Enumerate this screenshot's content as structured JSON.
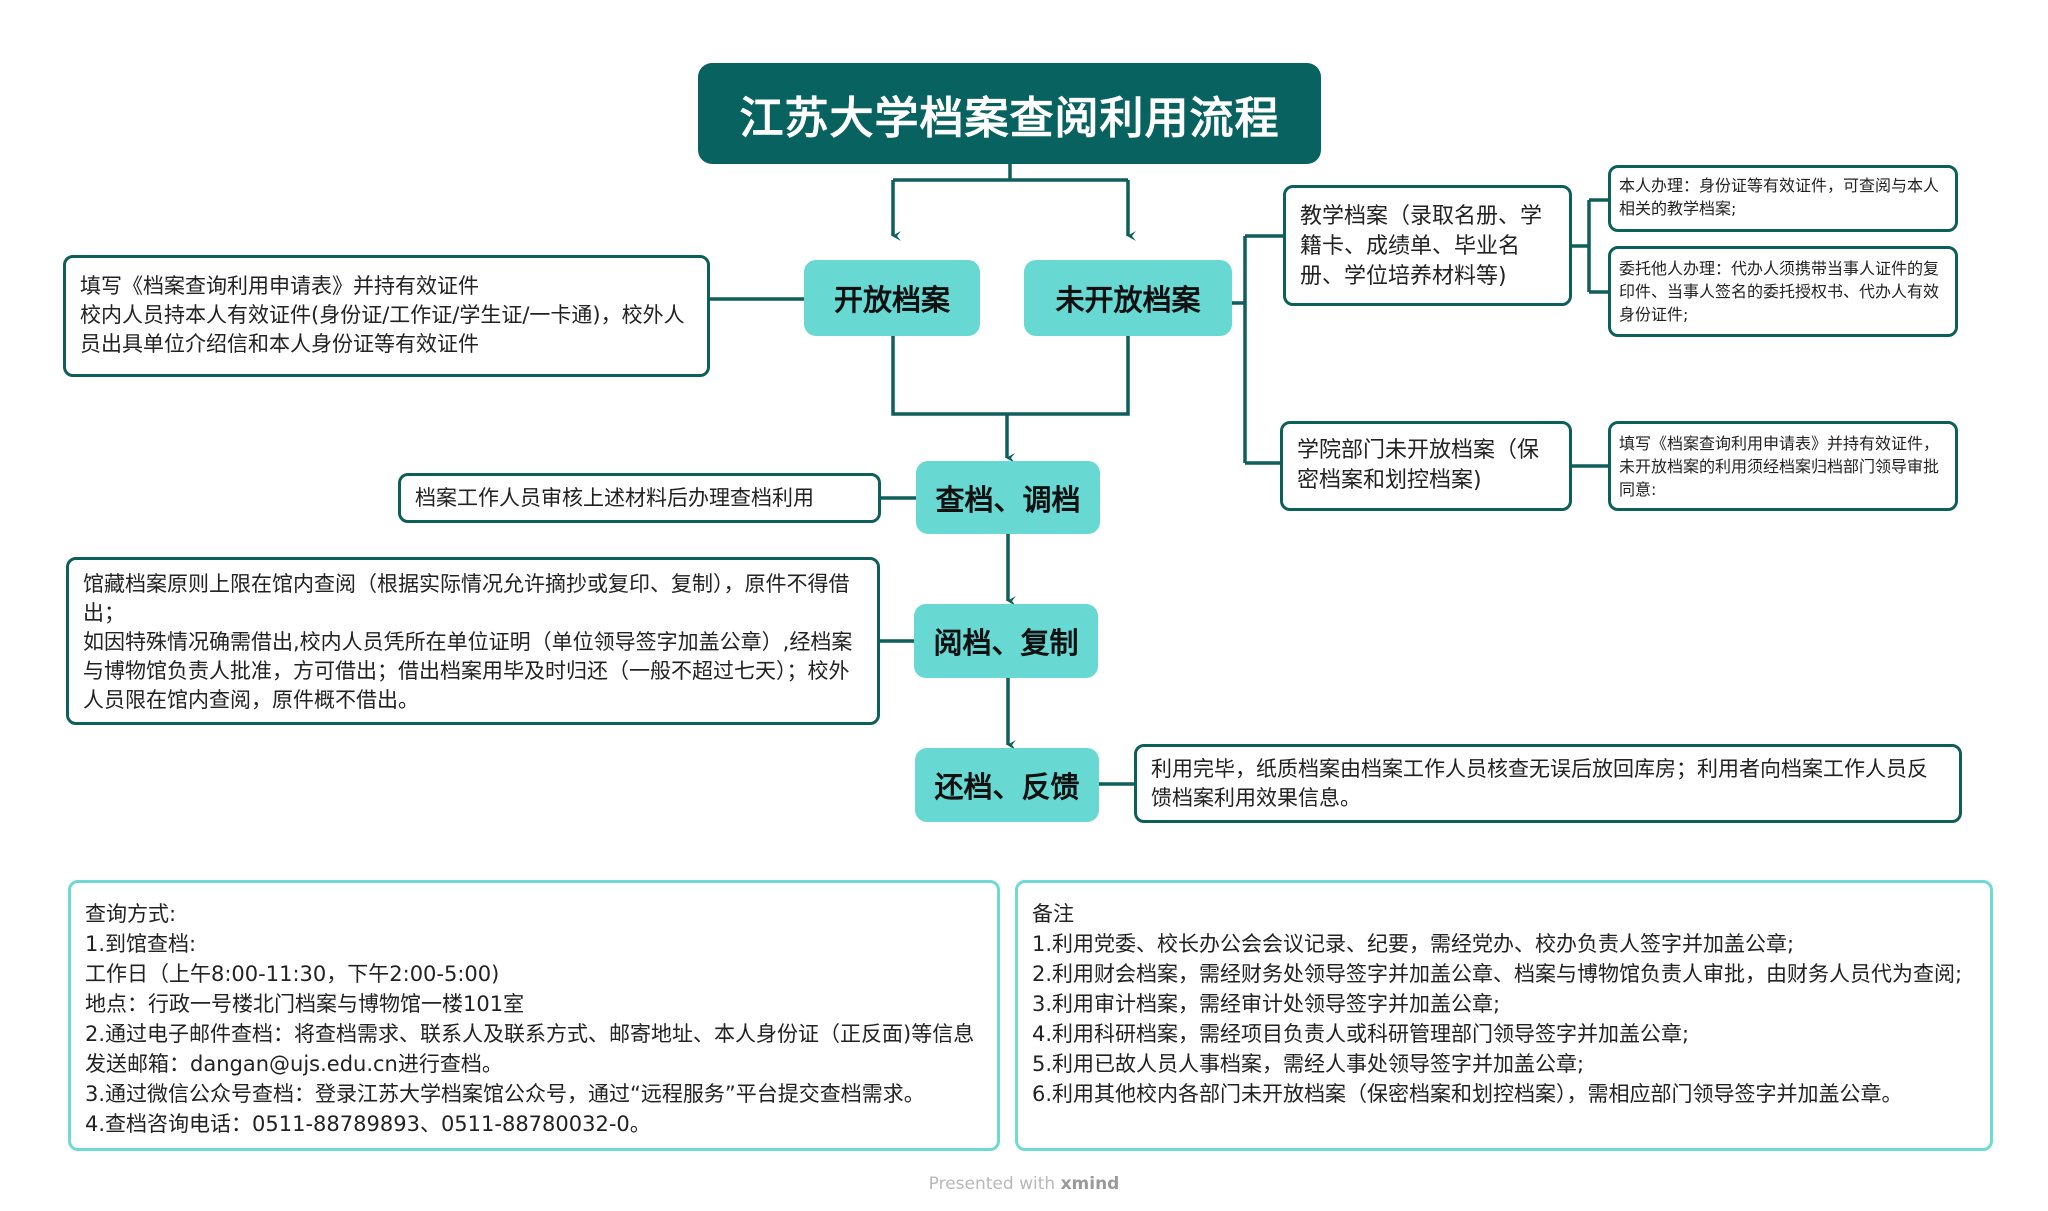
{
  "title": "江苏大学档案查阅利用流程",
  "nodes": {
    "open": "开放档案",
    "unopen": "未开放档案",
    "consult": "查档、调档",
    "read": "阅档、复制",
    "return": "还档、反馈"
  },
  "boxes": {
    "open_requirements": "填写《档案查询利用申请表》并持有效证件\n校内人员持本人有效证件(身份证/工作证/学生证/一卡通)，校外人员出具单位介绍信和本人身份证等有效证件",
    "consult_note": "档案工作人员审核上述材料后办理查档利用",
    "read_note": "馆藏档案原则上限在馆内查阅（根据实际情况允许摘抄或复印、复制），原件不得借出；\n如因特殊情况确需借出,校内人员凭所在单位证明（单位领导签字加盖公章）,经档案与博物馆负责人批准，方可借出；借出档案用毕及时归还（一般不超过七天）；校外人员限在馆内查阅，原件概不借出。",
    "return_note": "利用完毕，纸质档案由档案工作人员核查无误后放回库房；利用者向档案工作人员反馈档案利用效果信息。",
    "teaching": "教学档案（录取名册、学籍卡、成绩单、毕业名册、学位培养材料等)",
    "teaching_self": "本人办理：身份证等有效证件，可查阅与本人相关的教学档案;",
    "teaching_proxy": "委托他人办理：代办人须携带当事人证件的复印件、当事人签名的委托授权书、代办人有效身份证件;",
    "dept": "学院部门未开放档案（保密档案和划控档案)",
    "dept_req": "填写《档案查询利用申请表》并持有效证件，未开放档案的利用须经档案归档部门领导审批同意:"
  },
  "query": {
    "heading": "查询方式:",
    "lines": [
      "1.到馆查档:",
      "工作日（上午8:00-11:30，下午2:00-5:00)",
      "地点：行政一号楼北门档案与博物馆一楼101室",
      "2.通过电子邮件查档：将查档需求、联系人及联系方式、邮寄地址、本人身份证（正反面)等信息发送邮箱：dangan@ujs.edu.cn进行查档。",
      "3.通过微信公众号查档：登录江苏大学档案馆公众号，通过“远程服务”平台提交查档需求。",
      "4.查档咨询电话：0511-88789893、0511-88780032-0。"
    ]
  },
  "remarks": {
    "heading": "备注",
    "lines": [
      "1.利用党委、校长办公会会议记录、纪要，需经党办、校办负责人签字并加盖公章;",
      "2.利用财会档案，需经财务处领导签字并加盖公章、档案与博物馆负责人审批，由财务人员代为查阅;",
      "3.利用审计档案，需经审计处领导签字并加盖公章;",
      "4.利用科研档案，需经项目负责人或科研管理部门领导签字并加盖公章;",
      "5.利用已故人员人事档案，需经人事处领导签字并加盖公章;",
      "6.利用其他校内各部门未开放档案（保密档案和划控档案），需相应部门领导签字并加盖公章。"
    ]
  },
  "footer": {
    "prefix": "Presented with ",
    "brand": "xmind"
  },
  "colors": {
    "dark": "#08625f",
    "light": "#68d8d3",
    "note_border": "#6fd9d4"
  }
}
